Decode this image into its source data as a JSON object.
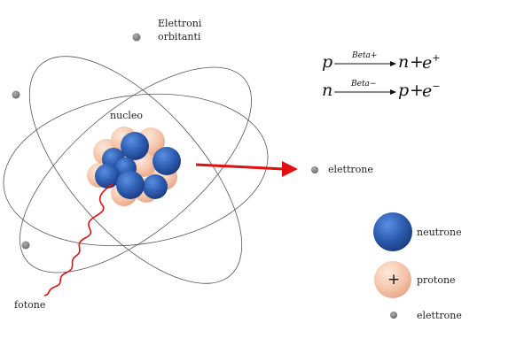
{
  "labels": {
    "orbiting_electrons_line1": "Elettroni",
    "orbiting_electrons_line2": "orbitanti",
    "nucleus": "nucleo",
    "ejected_electron": "elettrone",
    "photon": "fotone"
  },
  "equations": [
    {
      "left": "p",
      "process": "Beta+",
      "right_a": "n",
      "right_plus": "+",
      "right_b": "e",
      "right_b_sup": "+"
    },
    {
      "left": "n",
      "process": "Beta−",
      "right_a": "p",
      "right_plus": "+",
      "right_b": "e",
      "right_b_sup": "−"
    }
  ],
  "legend": {
    "neutron": "neutrone",
    "proton": "protone",
    "proton_symbol": "+",
    "electron": "elettrone"
  },
  "colors": {
    "neutron": "#2f5fb4",
    "proton": "#f6c7ad",
    "electron": "#808080",
    "orbit": "#555555",
    "arrow": "#e01010",
    "photon": "#e01010"
  }
}
